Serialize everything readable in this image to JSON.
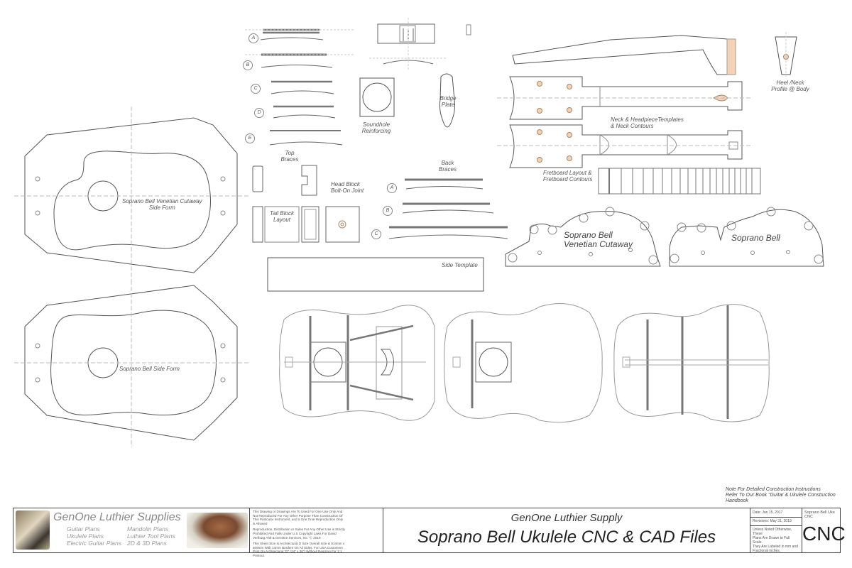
{
  "labels": {
    "top_braces": [
      "Top",
      "Braces"
    ],
    "soundhole_reinforcing": [
      "Soundhole",
      "Reinforcing"
    ],
    "bridge_plate": [
      "Bridge",
      "Plate"
    ],
    "heel_neck": [
      "Heel /Neck",
      "Profile @ Body"
    ],
    "neck_templates": [
      "Neck & HeadpieceTemplates",
      "& Neck Contours"
    ],
    "fretboard": [
      "Fretboard Layout &",
      "Fretboard Contours"
    ],
    "back_braces": [
      "Back",
      "Braces"
    ],
    "head_block": [
      "Head Block",
      "Bolt-On Joint"
    ],
    "tail_block": [
      "Tail Block",
      "Layout"
    ],
    "side_template": "Side Template",
    "cutaway_form": [
      "Soprano Bell Venetian Cutaway",
      "Side Form"
    ],
    "side_form": "Soprano Bell Side Form",
    "mold_cutaway": [
      "Soprano Bell",
      "Venetian Cutaway"
    ],
    "mold_bell": "Soprano Bell"
  },
  "brace_letters_top": [
    "A",
    "B",
    "C",
    "D",
    "E"
  ],
  "brace_letters_back": [
    "A",
    "B",
    "C"
  ],
  "note": [
    "Note For Detailed Construction Instructions",
    "Refer To Our Book \"Guitar & Ukulele Construction",
    "Handbook"
  ],
  "title_block": {
    "brand": "GenOne Luthier Supplies",
    "plans_col1": [
      "Guitar Plans",
      "Ukulele Plans",
      "Electric Guitar Plans"
    ],
    "plans_col2": [
      "Mandolin Plans",
      "Luthier Tool Plans",
      "2D & 3D Plans"
    ],
    "legal": [
      "This Drawing or Drawings Are To Used For One Use Only And",
      "Not Reproduced For Any Other Purpose Than Construction Of",
      "This Particular Instrument, and a One Time Reproduction Only",
      "is Allowed",
      "",
      "Reproduction, Distribution or Sales For Any Other Use is Strictly",
      "Prohibited And Falls Under U.S Copyright Laws For David",
      "Verfburg Ahlt & GenOne Services, Inc. Ⓒ 2019",
      "",
      "This Sheet Size Is Architectural D Size Overall Size is 914mm x",
      "609mm With 14mm Borders On All Sides. For USA Customers",
      "Print On Architectural \"D\" (24\" x 36\") Without Resizing For 1:1",
      "Printout."
    ],
    "company": "GenOne Luthier Supply",
    "title": "Soprano Bell Ukulele CNC & CAD Files",
    "date": "Date: Jan 15, 2017",
    "revisions": "Revisions: May 31, 2019",
    "units_note": [
      "Unless Noted Otherwise, These",
      "Plans Are Drawn to Full Scale.",
      "They Are Labeled in mm and",
      "Fractional inches."
    ],
    "code_small": "Soprano Bell Uke CNC",
    "code_big": "CNC"
  },
  "colors": {
    "line": "#555555",
    "brace": "#777777",
    "wood": "#f2d3b8",
    "dashed": "#bbbbbb"
  }
}
